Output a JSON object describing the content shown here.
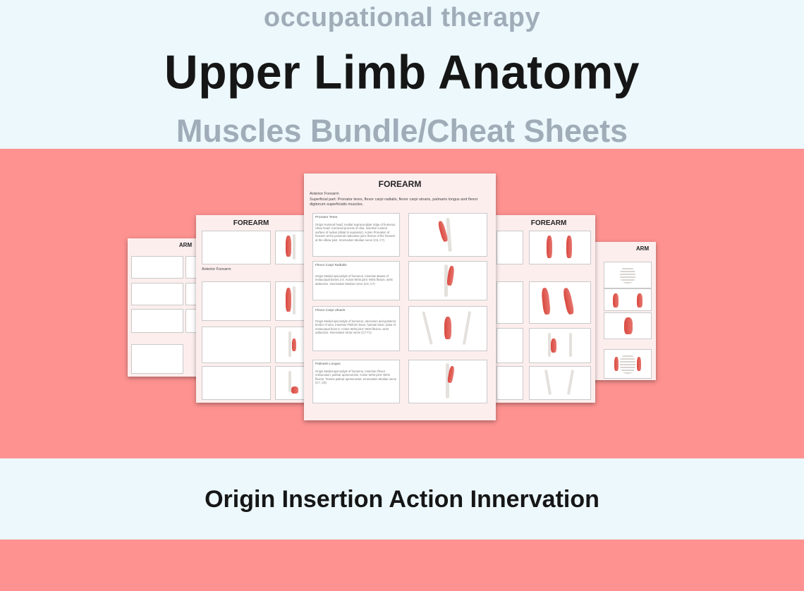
{
  "header": {
    "overline": "occupational therapy",
    "title": "Upper Limb Anatomy",
    "subtitle": "Muscles Bundle/Cheat Sheets"
  },
  "footer": {
    "tagline": "Origin Insertion Action Innervation"
  },
  "colors": {
    "light_band": "#ecf8fc",
    "coral_band": "#fd9290",
    "grey_text": "#a0acb8",
    "dark_text": "#161616",
    "sheet_bg": "#fdeeee"
  },
  "sheets": {
    "arm": {
      "heading": "ARM"
    },
    "forearm_left": {
      "heading": "FOREARM",
      "section": "Anterior Forearm"
    },
    "forearm_center": {
      "heading": "FOREARM",
      "section": "Anterior Forearm",
      "intro": "Superficial part: Pronator teres, flexor carpi radialis, flexor carpi ulnaris, palmaris longus and flexor digitorum superficialis muscles.",
      "entries": [
        {
          "name": "Pronator Teres",
          "text": "Origin Humeral head: medial supracondylar ridge of humerus. Ulnar head: Coronoid process of ulna. Insertion Lateral surface of radius (distal to supinator). Action Pronation of forearm at the proximal radioulnar joint; flexion of the forearm at the elbow joint. Innervation Median nerve (C6, C7)"
        },
        {
          "name": "Flexor Carpi Radialis",
          "text": "Origin Medial epicondyle of humerus. Insertion Bases of metacarpal bones 2-3. Action Wrist joint: Wrist flexion, wrist abduction. Innervation Median nerve (C6, C7)"
        },
        {
          "name": "Flexor Carpi Ulnaris",
          "text": "Origin Medial epicondyle of humerus, olecranon and posterior border of ulna. Insertion Pisiform bone, hamate bone, base of metacarpal bone 5. Action Wrist joint: Wrist flexion, wrist adduction. Innervation Ulnar nerve (C7-T1)"
        },
        {
          "name": "Palmaris Longus",
          "text": "Origin Medial epicondyle of humerus. Insertion Flexor retinaculum, palmar aponeurosis. Action Wrist joint: Wrist flexion. Tenses palmar aponeurosis. Innervation Median nerve (C7, C8)"
        }
      ]
    },
    "forearm_right": {
      "heading": "FOREARM"
    },
    "arm_right": {
      "heading": "ARM"
    }
  }
}
